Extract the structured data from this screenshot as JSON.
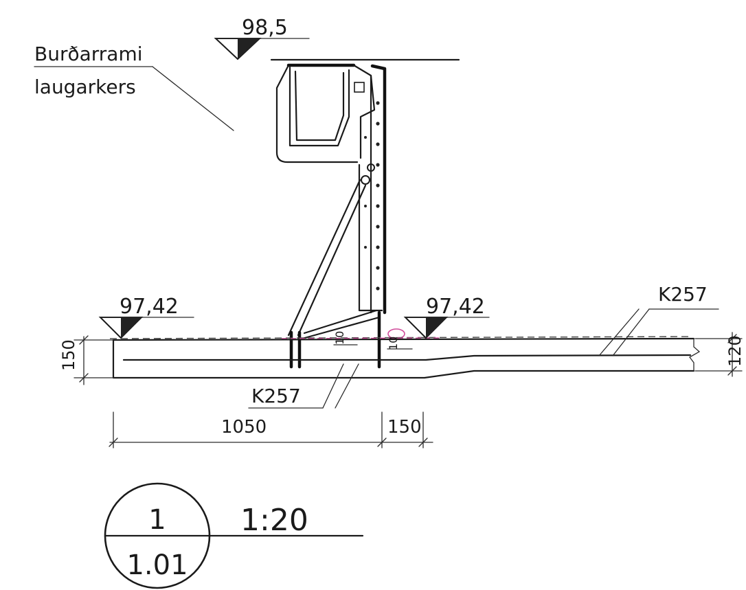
{
  "labels": {
    "frame_label_line1": "Burðarrami",
    "frame_label_line2": "laugarkers"
  },
  "levels": {
    "top": "98,5",
    "left_floor": "97,42",
    "right_floor": "97,42"
  },
  "rebar": {
    "upper_right": "K257",
    "lower_left": "K257"
  },
  "dimensions": {
    "left_thickness": "150",
    "right_thickness": "120",
    "horizontal_1": "1050",
    "horizontal_2": "150",
    "small_1": "10",
    "small_2": "10"
  },
  "title_block": {
    "detail_number": "1",
    "sheet_number": "1.01",
    "scale": "1:20"
  },
  "colors": {
    "line": "#1a1a1a",
    "accent_pink": "#d04a9a"
  }
}
